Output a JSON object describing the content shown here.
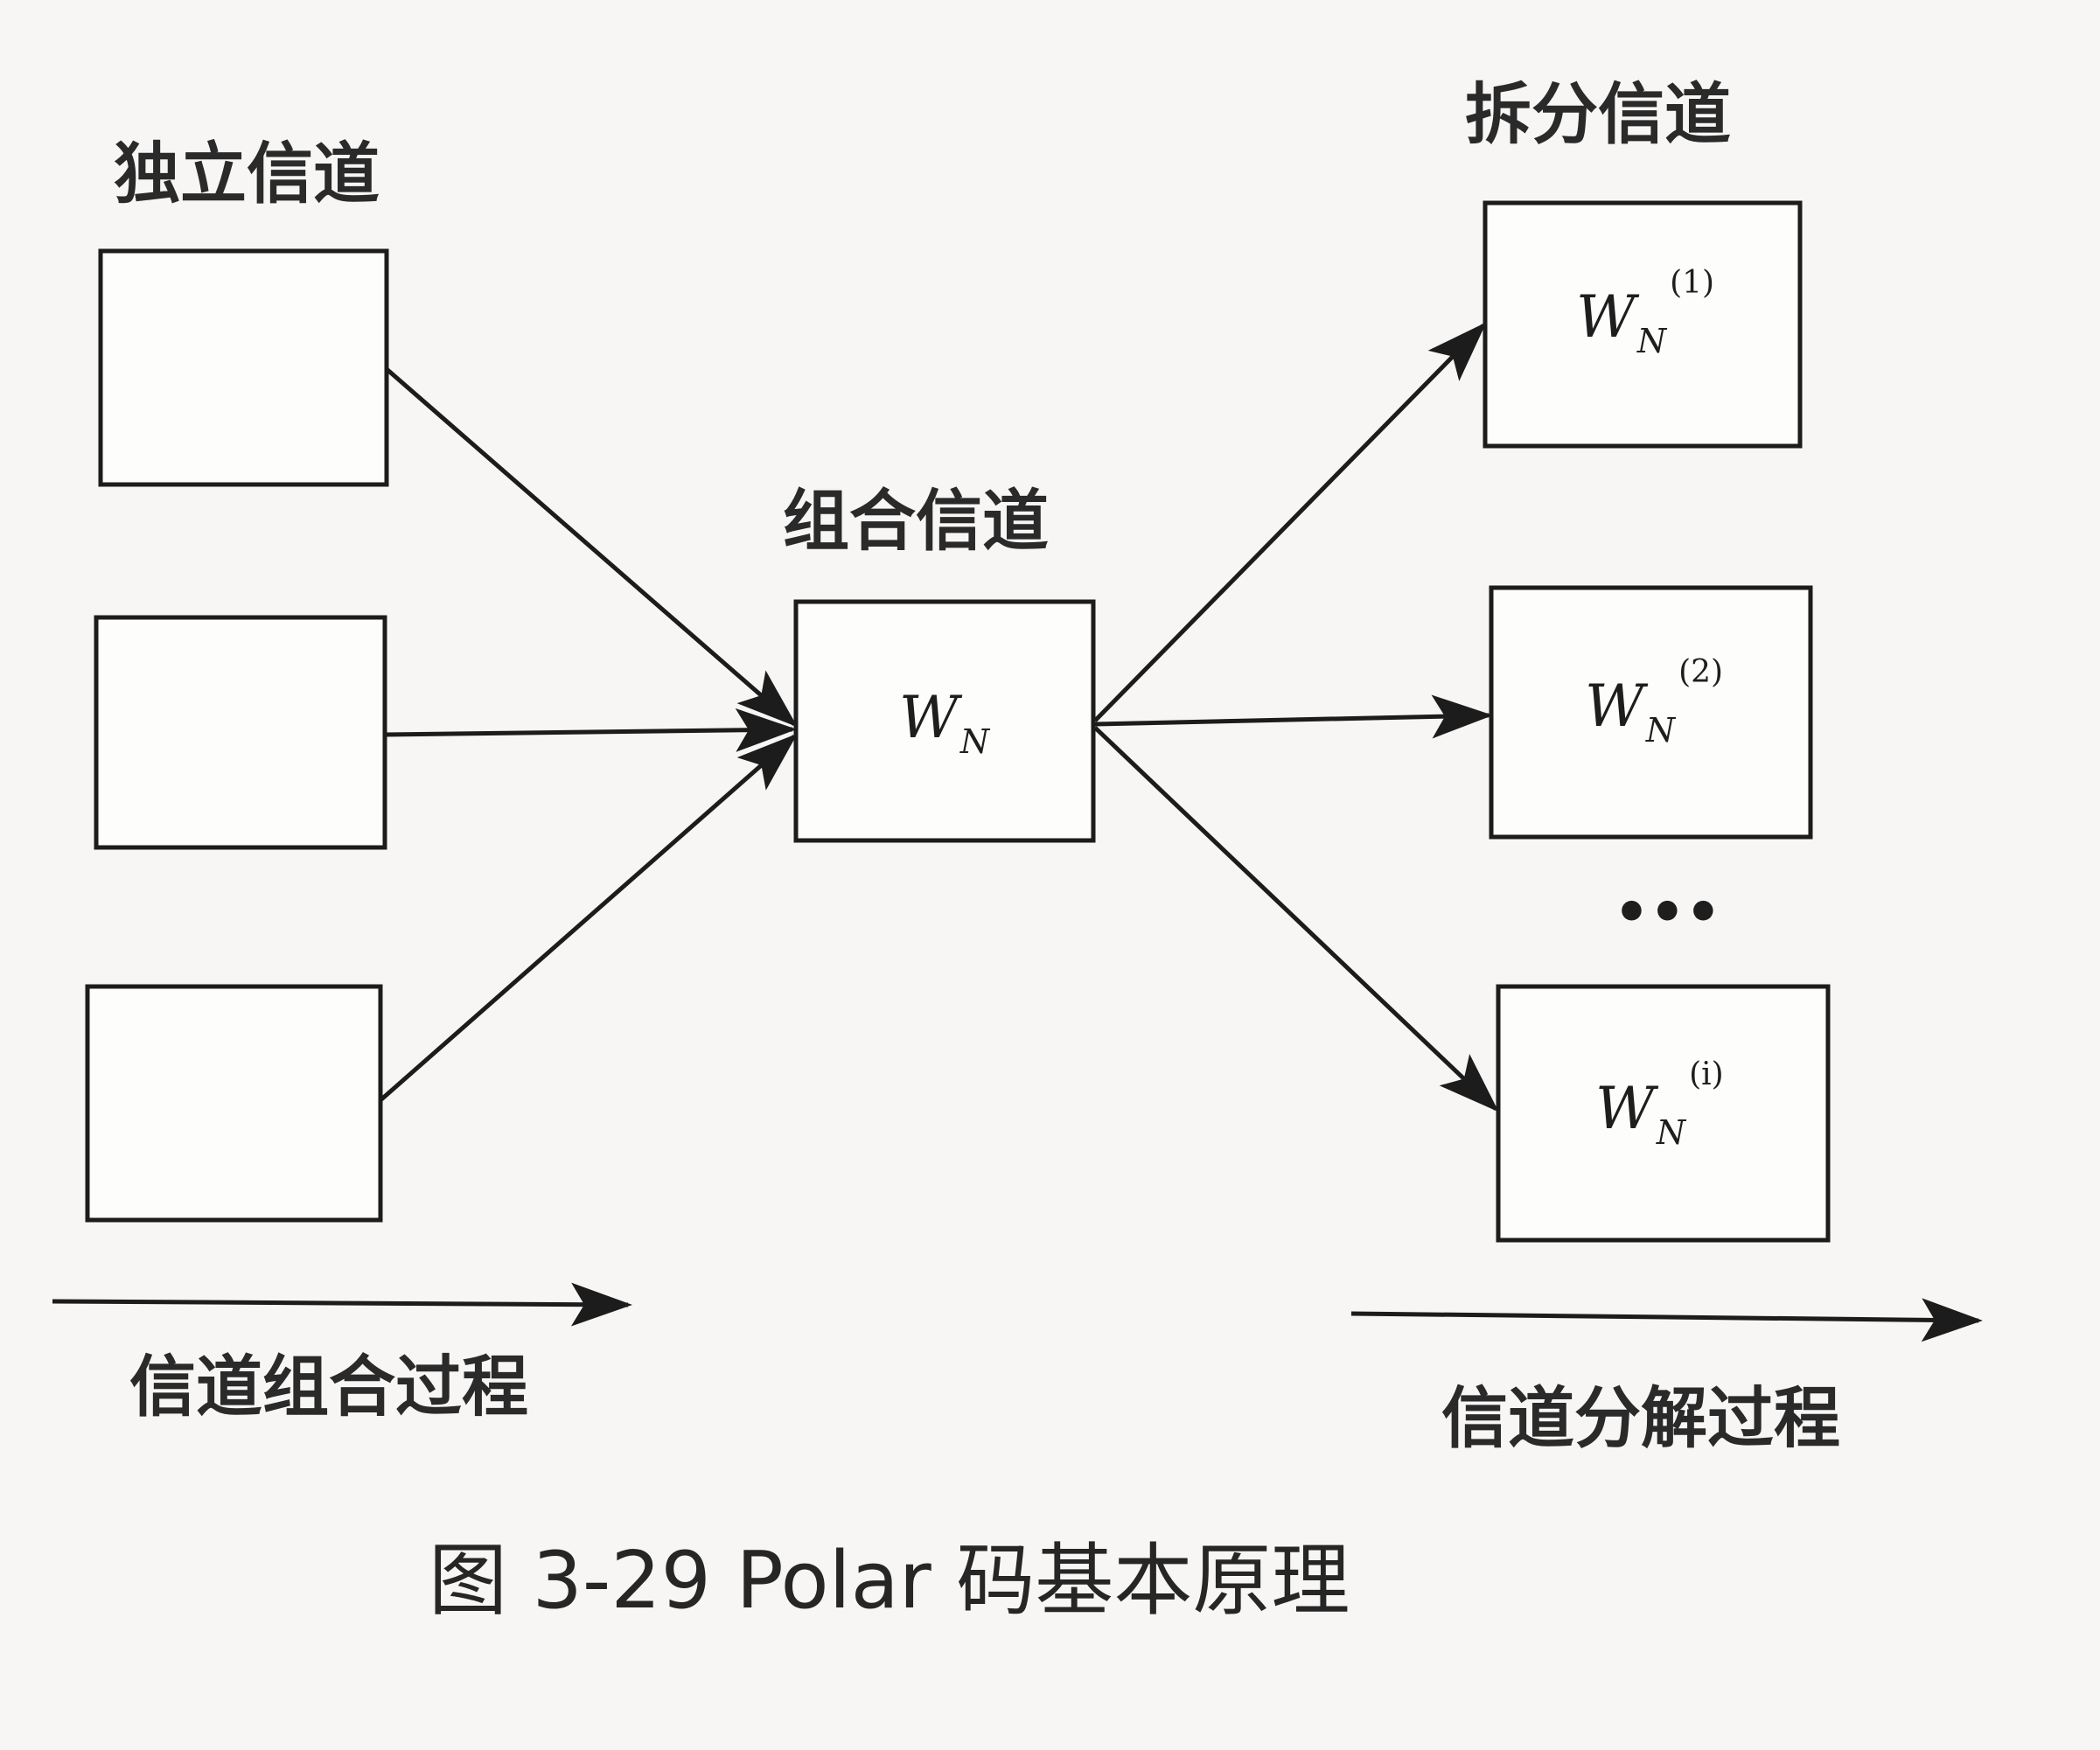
{
  "labels": {
    "independent": "独立信道",
    "combined": "组合信道",
    "split": "拆分信道",
    "combine_process": "信道组合过程",
    "split_process": "信道分解过程"
  },
  "combined_channel": {
    "main": "W",
    "sub": "N"
  },
  "split_channels": [
    {
      "main": "W",
      "sub": "N",
      "sup": "(1)"
    },
    {
      "main": "W",
      "sub": "N",
      "sup": "(2)"
    },
    {
      "main": "W",
      "sub": "N",
      "sup": "(i)"
    }
  ],
  "ellipsis": "•••",
  "caption": "图 3-29 Polar 码基本原理"
}
